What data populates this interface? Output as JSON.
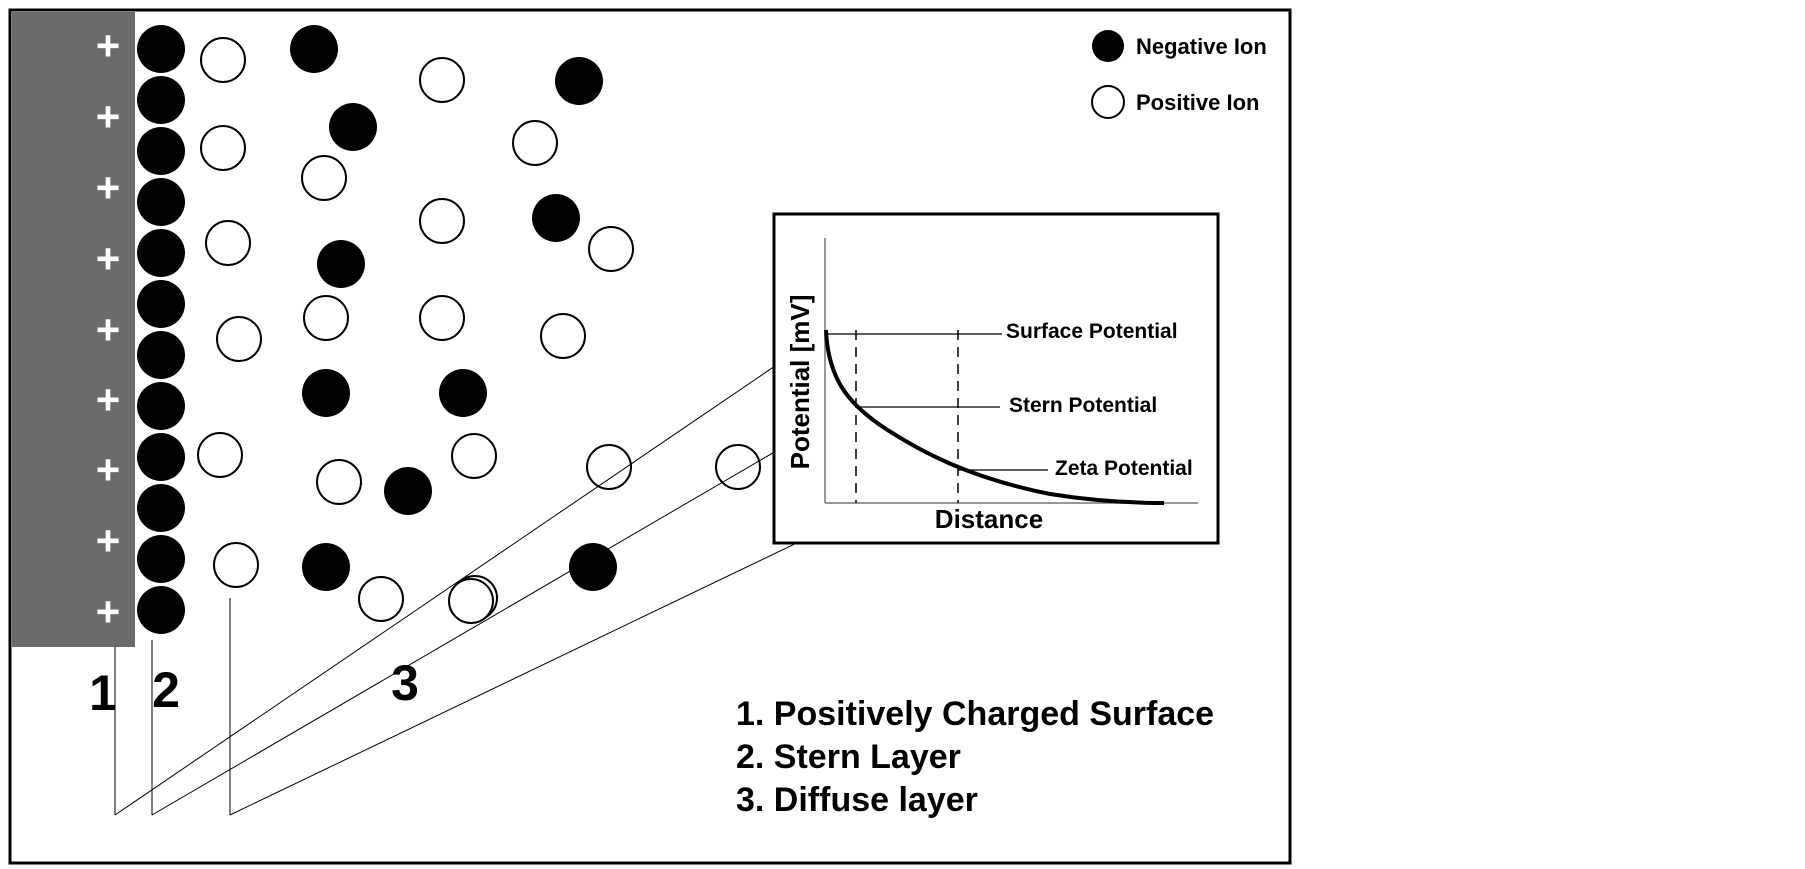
{
  "legend": {
    "negative_label": "Negative Ion",
    "positive_label": "Positive Ion"
  },
  "surface": {
    "charge_symbol": "+",
    "color": "#6e6a6b"
  },
  "region_labels": {
    "one": "1",
    "two": "2",
    "three": "3"
  },
  "inset": {
    "ylabel": "Potential [mV]",
    "xlabel": "Distance",
    "surface_potential": "Surface Potential",
    "stern_potential": "Stern Potential",
    "zeta_potential": "Zeta Potential"
  },
  "key": {
    "item1": "1. Positively Charged Surface",
    "item2": "2. Stern Layer",
    "item3": "3. Diffuse layer"
  },
  "colors": {
    "negative_ion": "#000000",
    "positive_ion": "#ffffff",
    "line": "#000000"
  }
}
